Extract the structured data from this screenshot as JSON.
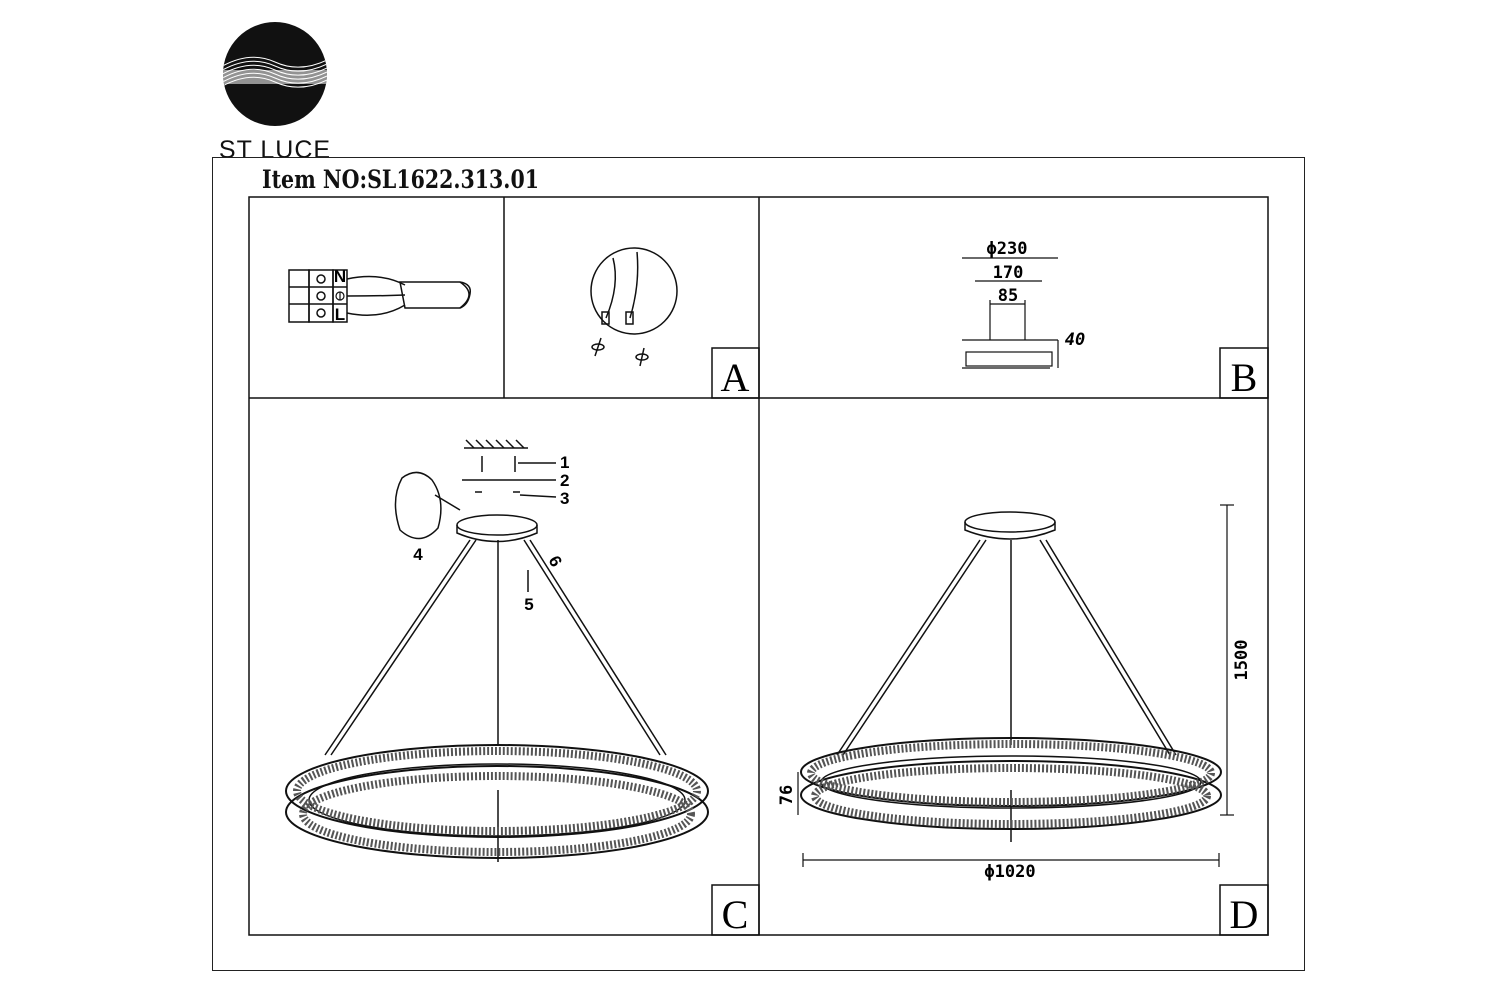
{
  "brand": {
    "name": "ST LUCE",
    "logo_icon": "swirl-disc-logo"
  },
  "header": {
    "item_label": "Item NO:",
    "item_number": "SL1622.313.01"
  },
  "panels": {
    "a": {
      "letter": "A"
    },
    "b": {
      "letter": "B",
      "dims": {
        "outer": "ϕ230",
        "mid": "170",
        "inner": "85",
        "height": "40"
      }
    },
    "c": {
      "letter": "C",
      "parts": [
        "1",
        "2",
        "3",
        "4",
        "5",
        "6"
      ],
      "wire_labels": {
        "neutral": "N",
        "live": "L"
      }
    },
    "d": {
      "letter": "D",
      "dims": {
        "height": "1500",
        "ring_height": "76",
        "diameter": "ϕ1020"
      }
    }
  }
}
